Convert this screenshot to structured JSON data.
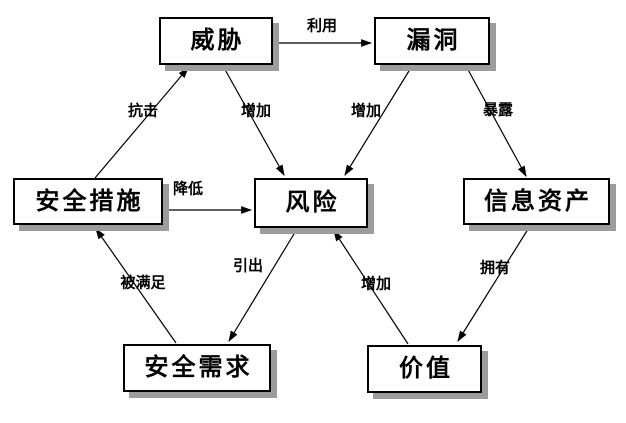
{
  "diagram": {
    "type": "concept-relationship-diagram",
    "background_color": "#ffffff",
    "box_fill_color": "#ffffff",
    "box_border_color": "#000000",
    "shadow_color": "#9c9c9c",
    "line_color": "#000000",
    "nodes": [
      {
        "id": "threat",
        "label": "威胁"
      },
      {
        "id": "vulnerability",
        "label": "漏洞"
      },
      {
        "id": "security-measures",
        "label": "安全措施"
      },
      {
        "id": "risk",
        "label": "风险"
      },
      {
        "id": "information-assets",
        "label": "信息资产"
      },
      {
        "id": "security-requirements",
        "label": "安全需求"
      },
      {
        "id": "value",
        "label": "价值"
      }
    ],
    "edges": [
      {
        "from": "威胁",
        "to": "漏洞",
        "label": "利用"
      },
      {
        "from": "安全措施",
        "to": "威胁",
        "label": "抗击"
      },
      {
        "from": "威胁",
        "to": "风险",
        "label": "增加"
      },
      {
        "from": "漏洞",
        "to": "风险",
        "label": "增加"
      },
      {
        "from": "漏洞",
        "to": "信息资产",
        "label": "暴露"
      },
      {
        "from": "安全措施",
        "to": "风险",
        "label": "降低"
      },
      {
        "from": "安全需求",
        "to": "安全措施",
        "label": "被满足"
      },
      {
        "from": "风险",
        "to": "安全需求",
        "label": "引出"
      },
      {
        "from": "价值",
        "to": "风险",
        "label": "增加"
      },
      {
        "from": "信息资产",
        "to": "价值",
        "label": "拥有"
      }
    ]
  }
}
